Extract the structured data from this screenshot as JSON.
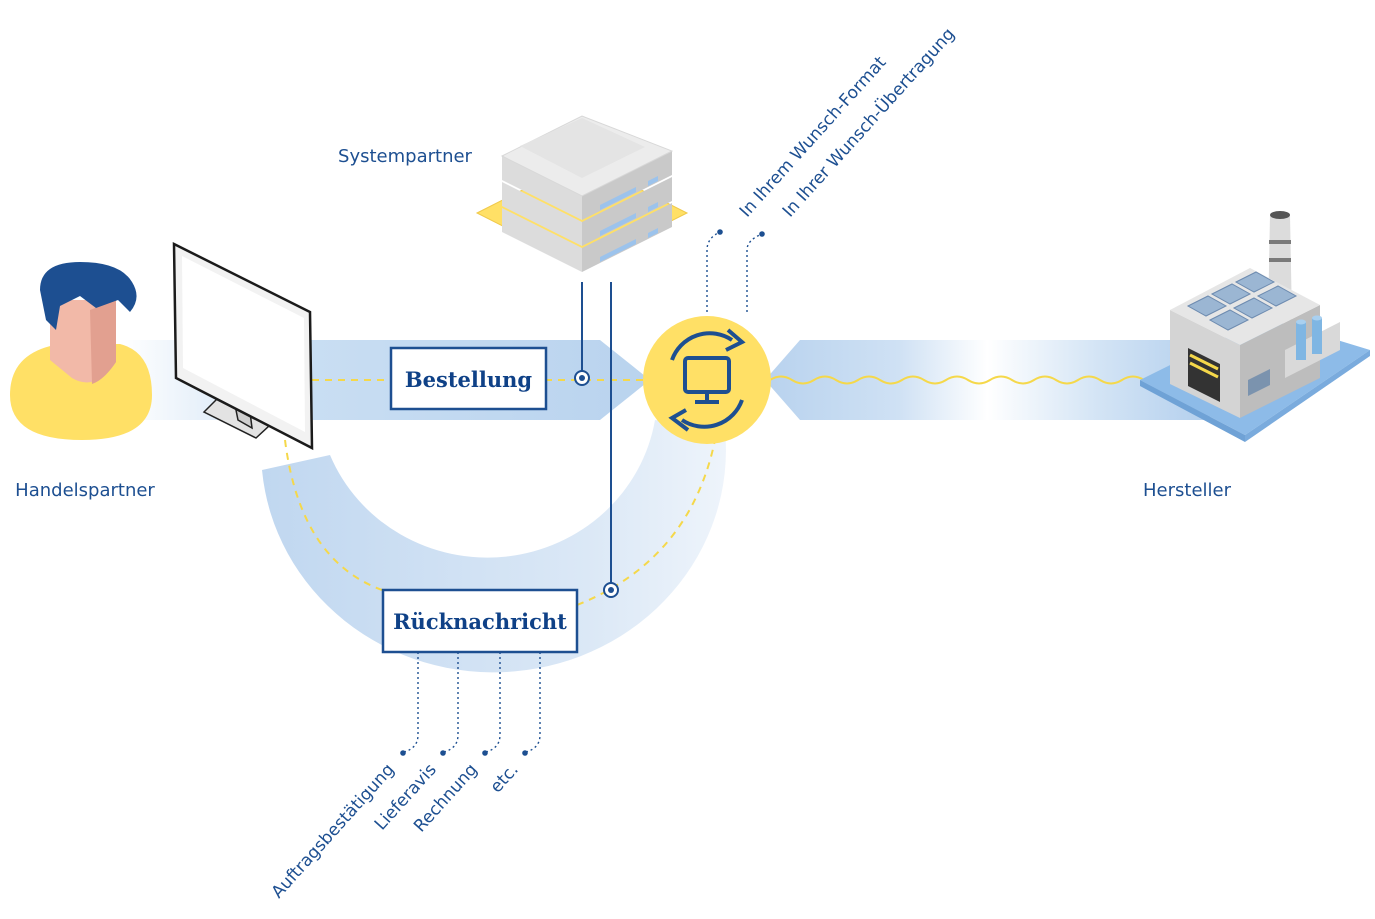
{
  "labels": {
    "trading_partner": "Handelspartner",
    "system_partner": "Systempartner",
    "manufacturer": "Hersteller"
  },
  "boxes": {
    "order": "Bestellung",
    "response": "Rücknachricht"
  },
  "annotations": {
    "format": "In Ihrem Wunsch-Format",
    "transfer": "In Ihrer Wunsch-Übertragung"
  },
  "response_types": [
    "Auftragsbestätigung",
    "Lieferavis",
    "Rechnung",
    "etc."
  ],
  "colors": {
    "navy": "#1d4f91",
    "yellow": "#ffe066",
    "flow_blue": "#b8d3ef",
    "dashed_yellow": "#f5d84a"
  },
  "icons": {
    "hub": "sync-monitor-icon",
    "server": "server-stack-icon",
    "person": "person-icon",
    "factory": "factory-icon"
  }
}
